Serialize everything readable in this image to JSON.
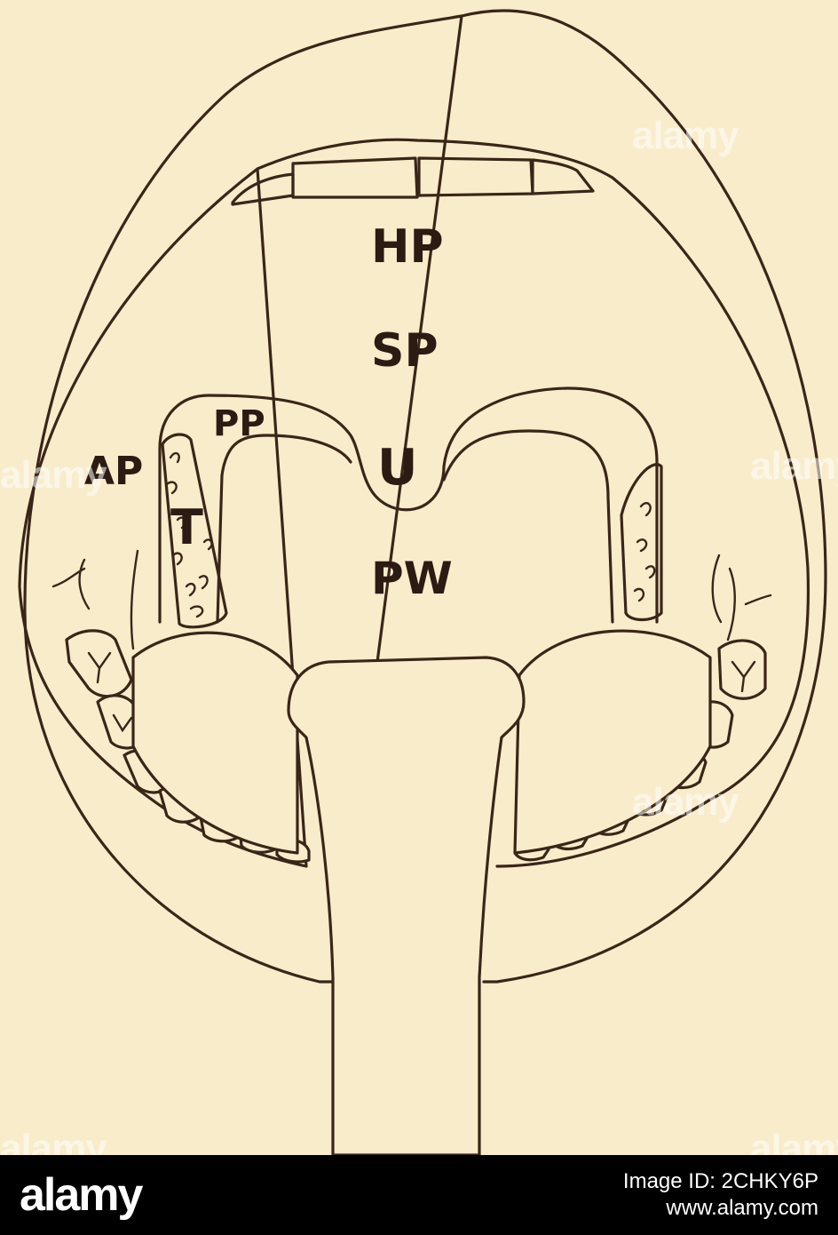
{
  "diagram": {
    "labels": {
      "hp": "HP",
      "sp": "SP",
      "pp": "PP",
      "ap": "AP",
      "u": "U",
      "t": "T",
      "pw": "PW"
    }
  },
  "watermark": {
    "text": "alamy"
  },
  "footer": {
    "logo": "alamy",
    "image_id": "Image ID: 2CHKY6P",
    "url": "www.alamy.com"
  },
  "colors": {
    "paper": "#f8eccb",
    "ink": "#3a2618",
    "footer_bg": "#000000",
    "footer_text": "#ffffff"
  }
}
